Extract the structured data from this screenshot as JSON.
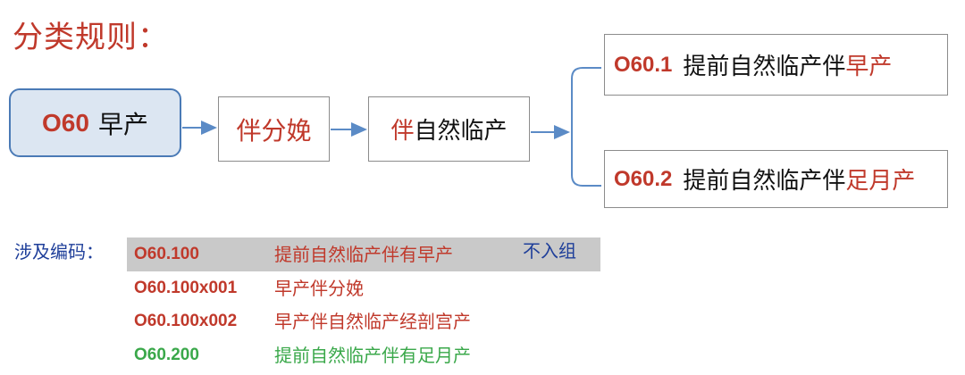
{
  "title": "分类规则：",
  "flow": {
    "root": {
      "code": "O60",
      "name": "早产"
    },
    "step1": "伴分娩",
    "step2": {
      "highlight": "伴",
      "rest": "自然临产"
    },
    "branch1": {
      "code": "O60.1",
      "prefix": "提前自然临产伴",
      "suffix": "早产"
    },
    "branch2": {
      "code": "O60.2",
      "prefix": "提前自然临产伴",
      "suffix": "足月产"
    }
  },
  "codes_label": "涉及编码：",
  "codes": [
    {
      "code": "O60.100",
      "desc": "提前自然临产伴有早产",
      "tag": "不入组",
      "color": "#c0392b",
      "highlighted": true
    },
    {
      "code": "O60.100x001",
      "desc": "早产伴分娩",
      "tag": "",
      "color": "#c0392b",
      "highlighted": false
    },
    {
      "code": "O60.100x002",
      "desc": "早产伴自然临产经剖宫产",
      "tag": "",
      "color": "#c0392b",
      "highlighted": false
    },
    {
      "code": "O60.200",
      "desc": "提前自然临产伴有足月产",
      "tag": "",
      "color": "#3aa84a",
      "highlighted": false
    }
  ],
  "colors": {
    "accent_red": "#c0392b",
    "accent_green": "#3aa84a",
    "arrow_blue": "#5b8bc6",
    "root_fill": "#dce6f2"
  }
}
